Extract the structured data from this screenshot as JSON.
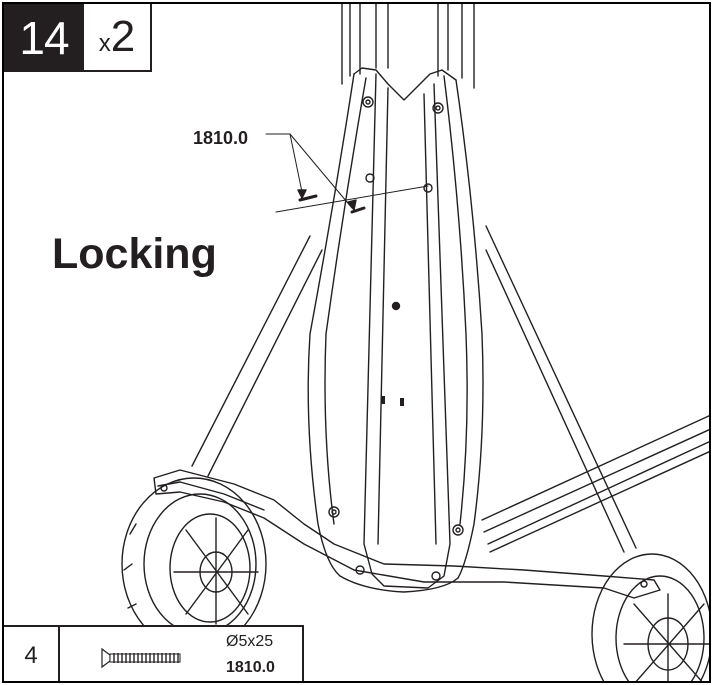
{
  "step": {
    "number": "14",
    "quantity_prefix": "x",
    "quantity_value": "2"
  },
  "heading": "Locking",
  "callout": {
    "part_code": "1810.0"
  },
  "parts_list": {
    "count": "4",
    "part_icon": "countersunk-screw-icon",
    "size": "Ø5x25",
    "code": "1810.0"
  },
  "colors": {
    "ink": "#231f20",
    "background": "#ffffff"
  }
}
